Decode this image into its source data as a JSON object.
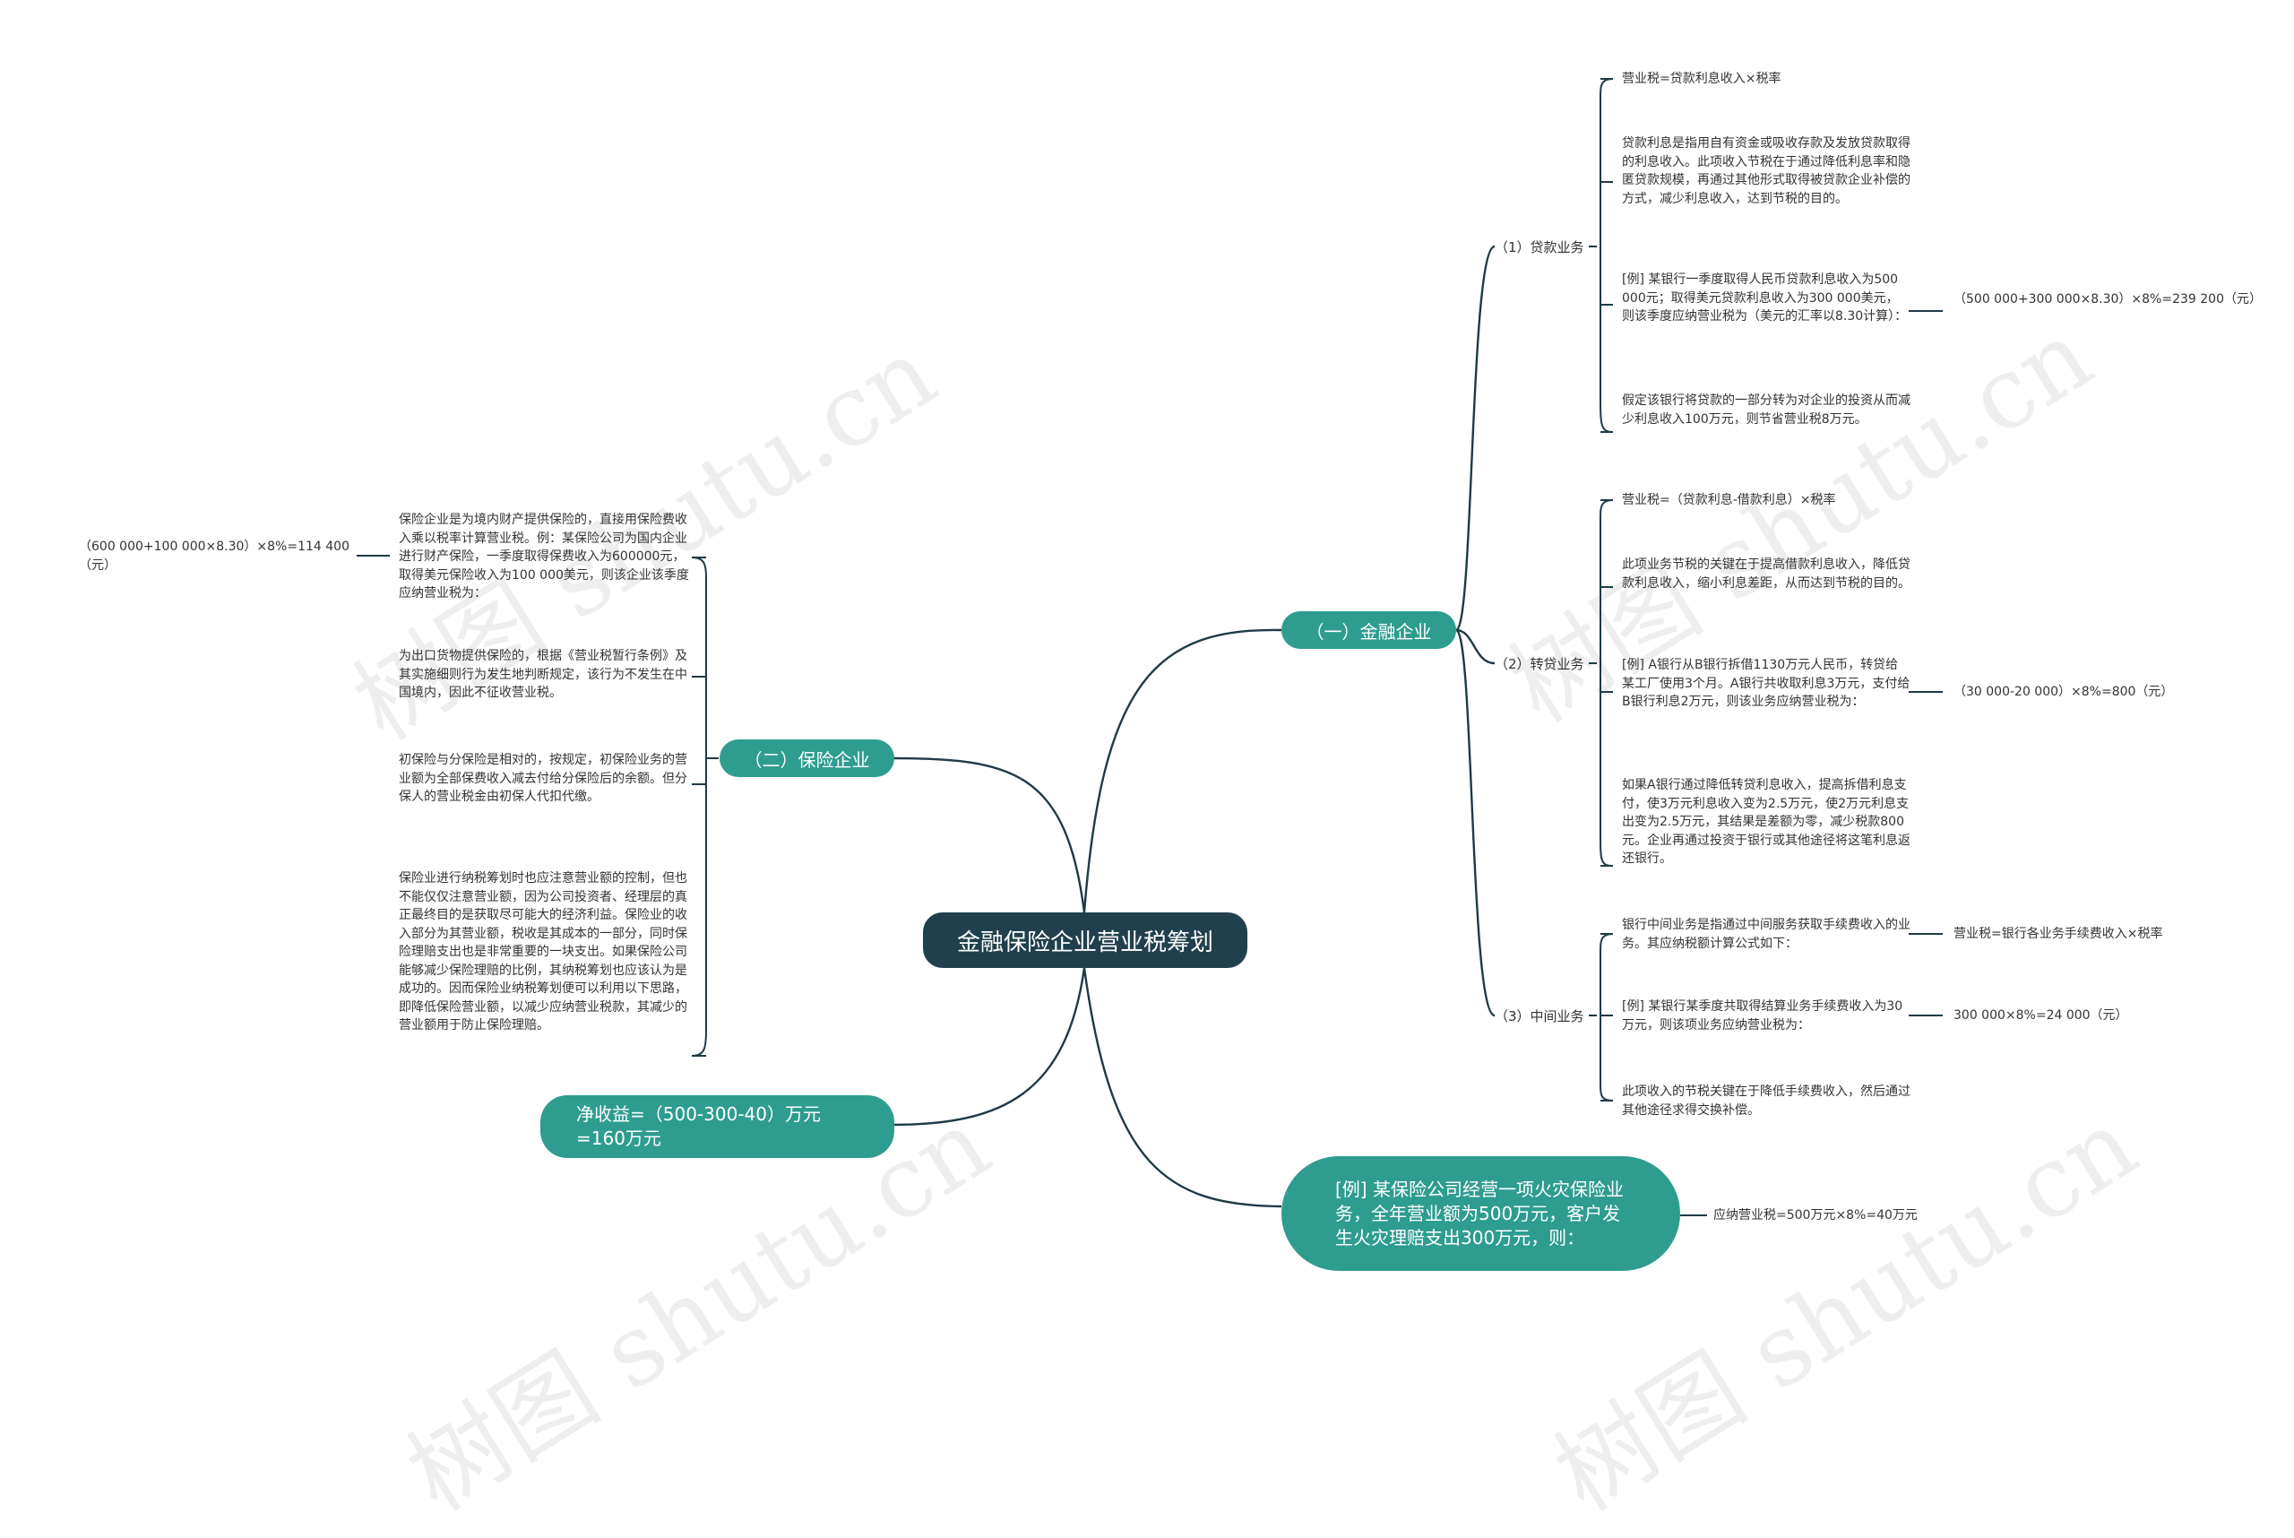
{
  "title": "金融保险企业营业税筹划",
  "watermark": "树图 shutu.cn",
  "colors": {
    "root": "#20404d",
    "branch": "#2e9d8f",
    "line": "#1f3a46"
  },
  "finance": {
    "label": "（一）金融企业",
    "loan": {
      "label": "（1）贷款业务",
      "leaves": [
        "营业税=贷款利息收入×税率",
        "贷款利息是指用自有资金或吸收存款及发放贷款取得的利息收入。此项收入节税在于通过降低利息率和隐匿贷款规模，再通过其他形式取得被贷款企业补偿的方式，减少利息收入，达到节税的目的。",
        "[例]  某银行一季度取得人民币贷款利息收入为500 000元；取得美元贷款利息收入为300 000美元，则该季度应纳营业税为（美元的汇率以8.30计算）：",
        "假定该银行将贷款的一部分转为对企业的投资从而减少利息收入100万元，则节省营业税8万元。"
      ],
      "formula": "（500 000+300 000×8.30）×8%=239 200（元）"
    },
    "transfer": {
      "label": "（2）转贷业务",
      "leaves": [
        "营业税=（贷款利息-借款利息）×税率",
        "此项业务节税的关键在于提高借款利息收入，降低贷款利息收入，缩小利息差距，从而达到节税的目的。",
        "[例] A银行从B银行拆借1130万元人民币，转贷给某工厂使用3个月。A银行共收取利息3万元，支付给B银行利息2万元，则该业务应纳营业税为：",
        "如果A银行通过降低转贷利息收入，提高拆借利息支付，使3万元利息收入变为2.5万元，使2万元利息支出变为2.5万元，其结果是差额为零，减少税款800元。企业再通过投资于银行或其他途径将这笔利息返还银行。"
      ],
      "formula": "（30 000-20 000）×8%=800（元）"
    },
    "middle": {
      "label": "（3）中间业务",
      "leaves": [
        "银行中间业务是指通过中间服务获取手续费收入的业务。其应纳税额计算公式如下：",
        "[例]  某银行某季度共取得结算业务手续费收入为30万元，则该项业务应纳营业税为：",
        "此项收入的节税关键在于降低手续费收入，然后通过其他途径求得交换补偿。"
      ],
      "formula_1": "营业税=银行各业务手续费收入×税率",
      "formula_2": "300 000×8%=24 000（元）"
    }
  },
  "insurance": {
    "label": "（二）保险企业",
    "leaves": [
      "保险企业是为境内财产提供保险的，直接用保险费收入乘以税率计算营业税。例：某保险公司为国内企业进行财产保险，一季度取得保费收入为600000元，取得美元保险收入为100 000美元，则该企业该季度应纳营业税为：",
      "为出口货物提供保险的，根据《营业税暂行条例》及其实施细则行为发生地判断规定，该行为不发生在中国境内，因此不征收营业税。",
      "初保险与分保险是相对的，按规定，初保险业务的营业额为全部保费收入减去付给分保险后的余额。但分保人的营业税金由初保人代扣代缴。",
      "保险业进行纳税筹划时也应注意营业额的控制，但也不能仅仅注意营业额，因为公司投资者、经理层的真正最终目的是获取尽可能大的经济利益。保险业的收入部分为其营业额，税收是其成本的一部分，同时保险理赔支出也是非常重要的一块支出。如果保险公司能够减少保险理赔的比例，其纳税筹划也应该认为是成功的。因而保险业纳税筹划便可以利用以下思路，即降低保险营业额，以减少应纳营业税款，其减少的营业额用于防止保险理赔。"
    ],
    "formula": "（600 000+100 000×8.30）×8%=114 400（元）"
  },
  "net_income": {
    "label": "净收益=（500-300-40）万元=160万元"
  },
  "example": {
    "label": "[例]  某保险公司经营一项火灾保险业务，全年营业额为500万元，客户发生火灾理赔支出300万元，则：",
    "formula": "应纳营业税=500万元×8%=40万元"
  }
}
